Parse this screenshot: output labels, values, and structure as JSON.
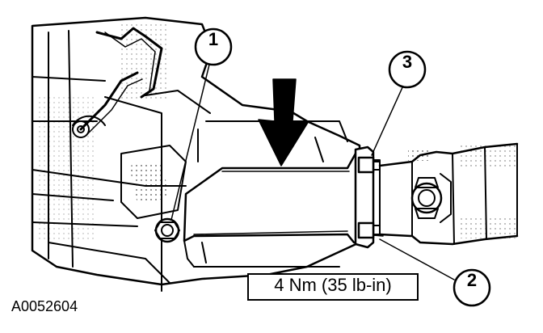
{
  "figure": {
    "id": "A0052604",
    "torque_spec": "4 Nm (35 lb-in)",
    "callouts": [
      "1",
      "2",
      "3"
    ]
  },
  "icons": {
    "arrow": "arrow-down-icon"
  },
  "colors": {
    "line": "#000000",
    "background": "#ffffff"
  }
}
